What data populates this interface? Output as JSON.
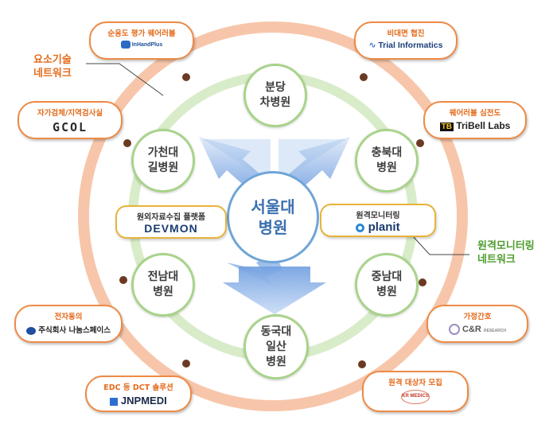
{
  "center": {
    "line1": "서울대",
    "line2": "병원"
  },
  "hospitals": [
    {
      "line1": "분당",
      "line2": "차병원"
    },
    {
      "line1": "충북대",
      "line2": "병원"
    },
    {
      "line1": "중남대",
      "line2": "병원"
    },
    {
      "line1": "동국대",
      "line2": "일산",
      "line3": "병원"
    },
    {
      "line1": "전남대",
      "line2": "병원"
    },
    {
      "line1": "가천대",
      "line2": "길병원"
    }
  ],
  "labels": {
    "left_network": {
      "line1": "요소기술",
      "line2": "네트워크"
    },
    "right_network": {
      "line1": "원격모니터링",
      "line2": "네트워크"
    }
  },
  "platforms": {
    "left": {
      "caption": "원외자료수집 플랫폼",
      "logo": "DEVMON"
    },
    "right": {
      "caption": "원격모니터링",
      "logo": "planit"
    }
  },
  "partners": [
    {
      "caption": "순응도 평가 웨어러블",
      "logo": "InHandPlus"
    },
    {
      "caption": "비대면 협진",
      "logo": "Trial Informatics"
    },
    {
      "caption": "자가검체/지역검사실",
      "logo": "GCOL"
    },
    {
      "caption": "웨어러블 심전도",
      "logo": "TriBell Labs"
    },
    {
      "caption": "전자동의",
      "logo": "주식회사 나눔스페이스"
    },
    {
      "caption": "가정간호",
      "logo": "C&R",
      "logo_sub": "RESEARCH"
    },
    {
      "caption": "EDC 등 DCT 솔루션",
      "logo": "JNPMEDI"
    },
    {
      "caption": "원격 대상자 모집",
      "logo": "KR MEDICS"
    }
  ],
  "colors": {
    "outer_ring": "#f7c6aa",
    "inner_ring": "#d9ecc9",
    "partner_border": "#ee8a45",
    "hospital_border": "#a8d38a",
    "center_border": "#6fa5d8",
    "arrow": "#6f9ee0",
    "accent_orange": "#e46b1c",
    "accent_green": "#4e9c2c",
    "yellow_border": "#e8b33a"
  }
}
